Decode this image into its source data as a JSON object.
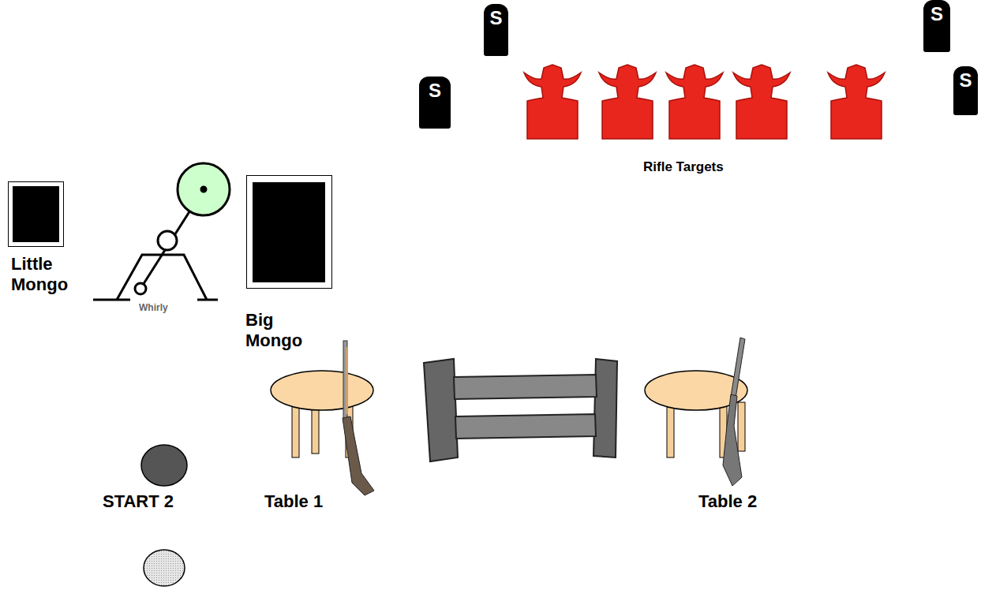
{
  "diagram": {
    "nodes": [
      {
        "text": [
          "S"
        ]
      },
      {
        "text": [
          "S"
        ]
      },
      {
        "text": [
          "S"
        ]
      },
      {
        "text": [
          "S"
        ]
      }
    ],
    "labels": [
      "Rifle Targets",
      "Little Mongo",
      "Whirly",
      "Big Mongo",
      "START 2",
      "Table 1",
      "Table 2"
    ]
  }
}
